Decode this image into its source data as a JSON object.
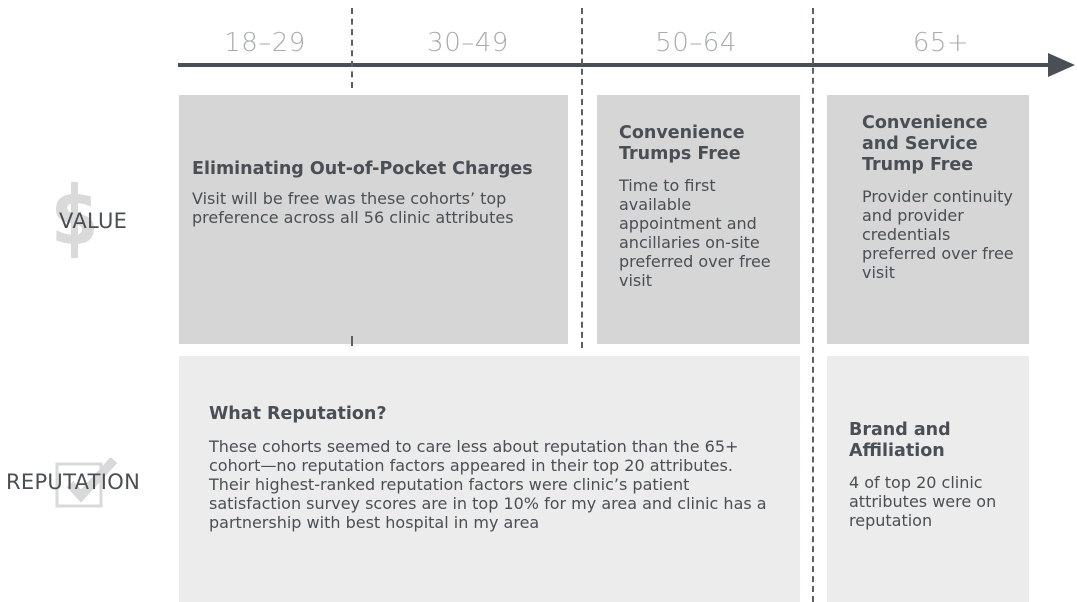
{
  "timeline": {
    "age_groups": [
      "18–29",
      "30–49",
      "50–64",
      "65+"
    ]
  },
  "rows": {
    "value": {
      "label": "VALUE",
      "icon": "dollar-sign-icon"
    },
    "reputation": {
      "label": "REPUTATION",
      "icon": "checkbox-check-icon"
    }
  },
  "cells": {
    "value_young": {
      "title": "Eliminating Out-of-Pocket Charges",
      "body": "Visit will be free was these cohorts’ top preference across all 56 clinic attributes"
    },
    "value_50_64": {
      "title": "Convenience Trumps Free",
      "body": "Time to first available appointment and ancillaries on-site preferred over free visit"
    },
    "value_65": {
      "title": "Convenience and Service Trump Free",
      "body": "Provider continuity and provider credentials preferred over free visit"
    },
    "reputation_young": {
      "title": "What Reputation?",
      "body": "These cohorts seemed to care less about reputation than the 65+ cohort—no reputation factors appeared in their top 20 attributes. Their highest-ranked reputation factors were clinic’s patient satisfaction survey scores are in top 10% for my area and clinic has a partnership with best hospital in my area"
    },
    "reputation_65": {
      "title": "Brand and Affiliation",
      "body": "4 of top 20 clinic attributes were on reputation"
    }
  },
  "colors": {
    "axis": "#4a4f55",
    "cell_dark": "#d6d6d6",
    "cell_light": "#ececec",
    "age_label": "#a9abad",
    "icon": "#d9d9d9"
  }
}
